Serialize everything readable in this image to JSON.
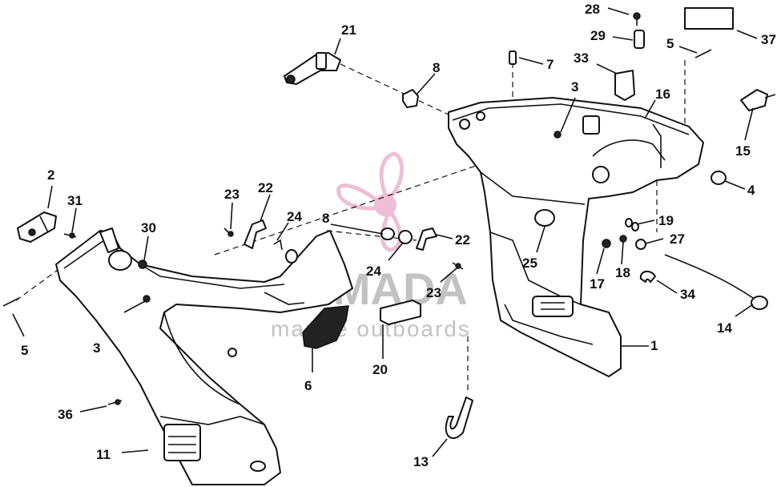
{
  "watermark": {
    "brand": "ARMADA",
    "tagline": "marine outboards",
    "brand_color": "#e9a9c9",
    "text_color": "#9a9a9a"
  },
  "callouts": [
    "1",
    "2",
    "3",
    "3",
    "4",
    "5",
    "5",
    "6",
    "7",
    "8",
    "8",
    "11",
    "13",
    "14",
    "15",
    "16",
    "17",
    "18",
    "19",
    "20",
    "21",
    "22",
    "22",
    "23",
    "23",
    "24",
    "24",
    "25",
    "27",
    "28",
    "29",
    "30",
    "31",
    "33",
    "34",
    "36",
    "37"
  ]
}
